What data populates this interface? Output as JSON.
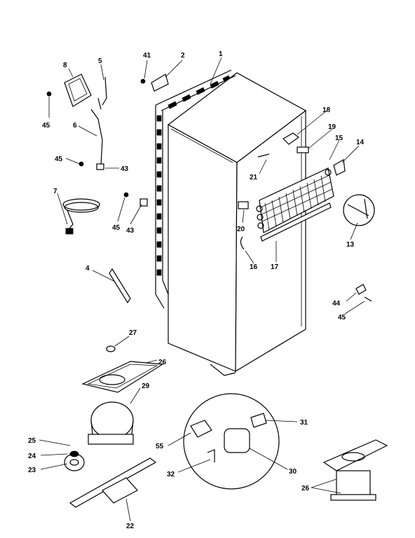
{
  "callouts": {
    "c1": "1",
    "c2": "2",
    "c4": "4",
    "c5": "5",
    "c6": "6",
    "c7": "7",
    "c8": "8",
    "c13": "13",
    "c14": "14",
    "c15": "15",
    "c16": "16",
    "c17": "17",
    "c18": "18",
    "c19": "19",
    "c20": "20",
    "c21": "21",
    "c22": "22",
    "c23": "23",
    "c24": "24",
    "c25": "25",
    "c26a": "26",
    "c26b": "26",
    "c27": "27",
    "c29": "29",
    "c30": "30",
    "c31": "31",
    "c32": "32",
    "c41": "41",
    "c43a": "43",
    "c43b": "43",
    "c44": "44",
    "c45a": "45",
    "c45b": "45",
    "c45c": "45",
    "c45d": "45",
    "c55": "55"
  }
}
